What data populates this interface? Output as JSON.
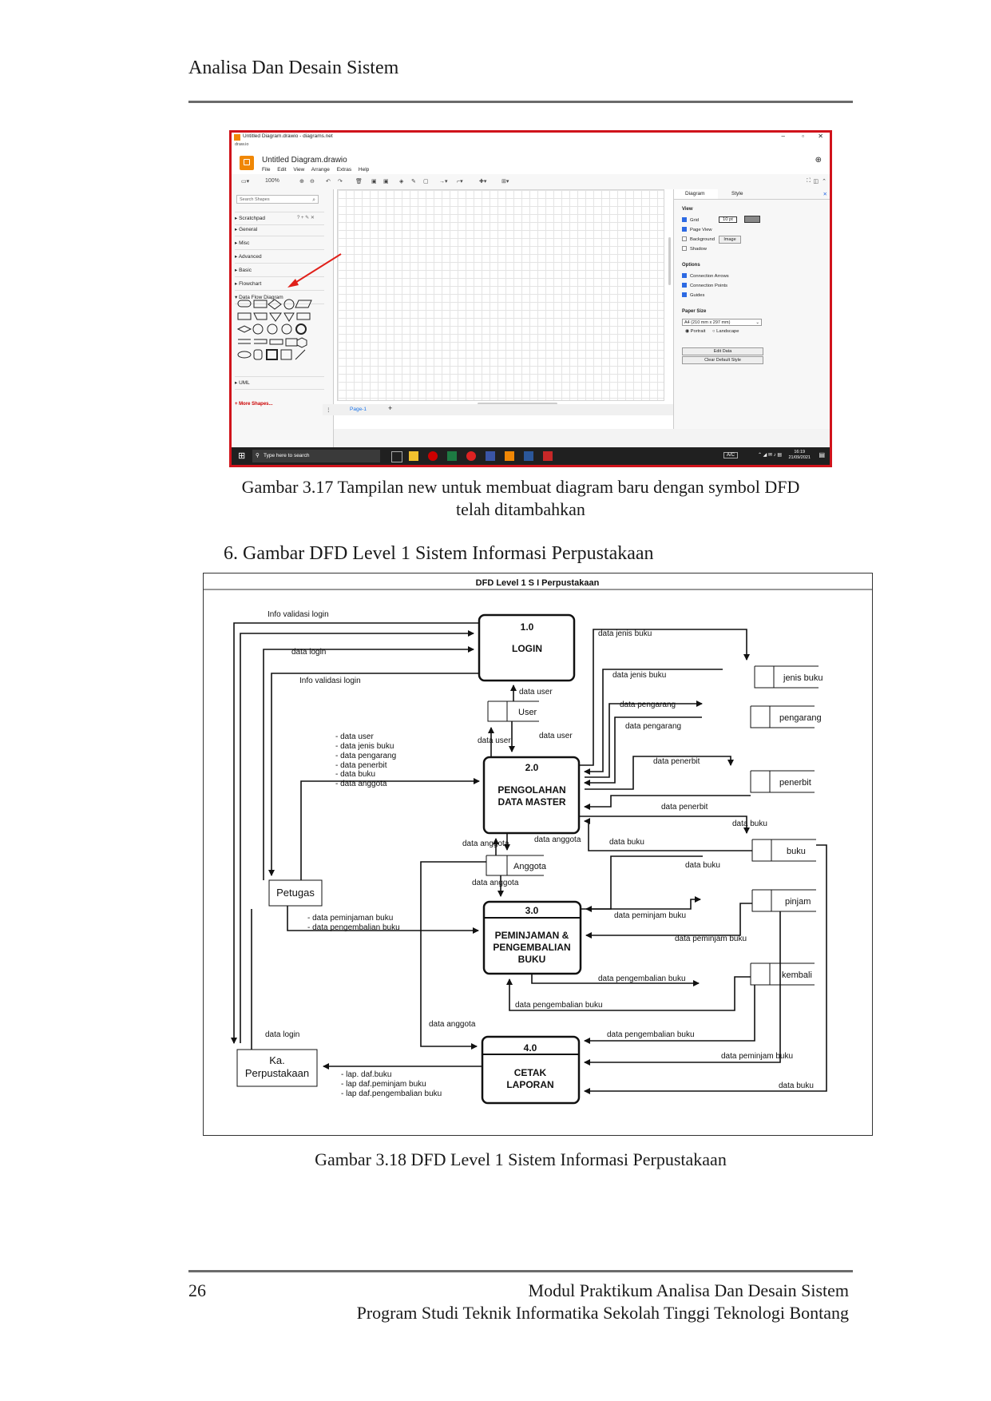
{
  "header": {
    "title": "Analisa Dan Desain Sistem"
  },
  "screenshot": {
    "window_title": "Untitled Diagram.drawio - diagrams.net",
    "app_small_label": "draw.io",
    "file_name": "Untitled Diagram.drawio",
    "menu": [
      "File",
      "Edit",
      "View",
      "Arrange",
      "Extras",
      "Help"
    ],
    "zoom": "100%",
    "search_placeholder": "Search Shapes",
    "sections": [
      "Scratchpad",
      "General",
      "Misc",
      "Advanced",
      "Basic",
      "Flowchart",
      "Data Flow Diagram",
      "UML"
    ],
    "more_shapes": "+ More Shapes...",
    "page_tab": "Page-1",
    "right_tabs": [
      "Diagram",
      "Style"
    ],
    "view_label": "View",
    "grid_label": "Grid",
    "grid_size": "10 pt",
    "page_view_label": "Page View",
    "background_label": "Background",
    "image_button": "Image",
    "shadow_label": "Shadow",
    "options_label": "Options",
    "connection_arrows": "Connection Arrows",
    "connection_points": "Connection Points",
    "guides": "Guides",
    "paper_size_label": "Paper Size",
    "paper_size_value": "A4 (210 mm x 297 mm)",
    "portrait": "Portrait",
    "landscape": "Landscape",
    "edit_data": "Edit Data",
    "clear_default_style": "Clear Default Style",
    "taskbar_search": "Type here to search",
    "taskbar_lang": "A/C",
    "clock_time": "16:19",
    "clock_date": "21/09/2021"
  },
  "caption_1": {
    "line1": "Gambar 3.17 Tampilan new untuk membuat diagram baru dengan symbol DFD",
    "line2": "telah ditambahkan"
  },
  "list_item": "6.  Gambar DFD Level 1 Sistem Informasi Perpustakaan",
  "dfd": {
    "title": "DFD  Level  1  S I  Perpustakaan",
    "processes": [
      {
        "num": "1.0",
        "name": "LOGIN",
        "name2": ""
      },
      {
        "num": "2.0",
        "name": "PENGOLAHAN",
        "name2": "DATA MASTER"
      },
      {
        "num": "3.0",
        "name": "PEMINJAMAN &",
        "name2": "PENGEMBALIAN",
        "name3": "BUKU"
      },
      {
        "num": "4.0",
        "name": "CETAK",
        "name2": "LAPORAN"
      }
    ],
    "entities": {
      "petugas": "Petugas",
      "ka_line1": "Ka.",
      "ka_line2": "Perpustakaan"
    },
    "stores": {
      "user": "User",
      "anggota": "Anggota",
      "jenis_buku": "jenis buku",
      "pengarang": "pengarang",
      "penerbit": "penerbit",
      "buku": "buku",
      "pinjam": "pinjam",
      "kembali": "kembali"
    },
    "labels": {
      "info_validasi_1": "Info validasi  login",
      "data_login_1": "data login",
      "info_validasi_2": "Info validasi  login",
      "data_jenis_buku_1": "data jenis buku",
      "data_jenis_buku_2": "data jenis buku",
      "data_pengarang_1": "data pengarang",
      "data_pengarang_2": "data pengarang",
      "data_user_1": "data user",
      "data_user_2": "data user",
      "data_user_3": "data user",
      "data_penerbit_1": "data penerbit",
      "data_penerbit_2": "data penerbit",
      "data_buku_1": "data buku",
      "data_buku_2": "data buku",
      "data_buku_3": "data buku",
      "data_anggota_1": "data anggota",
      "data_anggota_2": "data anggota",
      "data_anggota_3": "data anggota",
      "data_anggota_4": "data anggota",
      "data_peminjam_buku_1": "data peminjam buku",
      "data_peminjam_buku_2": "data peminjam buku",
      "data_peminjam_buku_3": "data peminjam buku",
      "data_pengembalian_buku_1": "data pengembalian buku",
      "data_pengembalian_buku_2": "data pengembalian buku",
      "data_pengembalian_buku_3": "data pengembalian buku",
      "data_login_2": "data login",
      "data_buku_4": "data buku"
    },
    "master_list": [
      "- data user",
      "- data jenis buku",
      "- data pengarang",
      "- data penerbit",
      "- data buku",
      "- data anggota"
    ],
    "transaksi_list": [
      "- data peminjaman buku",
      "- data pengembalian buku"
    ],
    "laporan_list": [
      "- lap. daf.buku",
      "- lap daf.peminjam buku",
      "- lap daf.pengembalian buku"
    ]
  },
  "caption_2": "Gambar 3.18 DFD Level 1 Sistem Informasi Perpustakaan",
  "footer": {
    "page_number": "26",
    "line1": "Modul Praktikum Analisa Dan Desain Sistem",
    "line2": "Program Studi Teknik Informatika Sekolah Tinggi Teknologi Bontang"
  }
}
